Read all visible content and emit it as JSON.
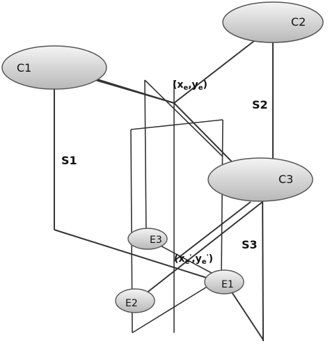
{
  "nodes": {
    "c1": "C1",
    "c2": "C2",
    "c3": "C3",
    "e1": "E1",
    "e2": "E2",
    "e3": "E3"
  },
  "planes": {
    "s1": "S1",
    "s2": "S2",
    "s3": "S3"
  },
  "points": {
    "upper_base": "(x",
    "upper_sub_x": "e",
    "upper_sep": ",y",
    "upper_sub_y": "e",
    "upper_close": ")",
    "lower_base": "(x",
    "lower_sub_x": "e",
    "lower_prime_x": "'",
    "lower_sep": ",y",
    "lower_sub_y": "e",
    "lower_prime_y": "'",
    "lower_close": ")"
  },
  "colors": {
    "ellipse_fill_light": "#f2f2f2",
    "ellipse_fill_dark": "#bcbcbc",
    "ellipse_stroke": "#555555",
    "line": "#333333"
  }
}
